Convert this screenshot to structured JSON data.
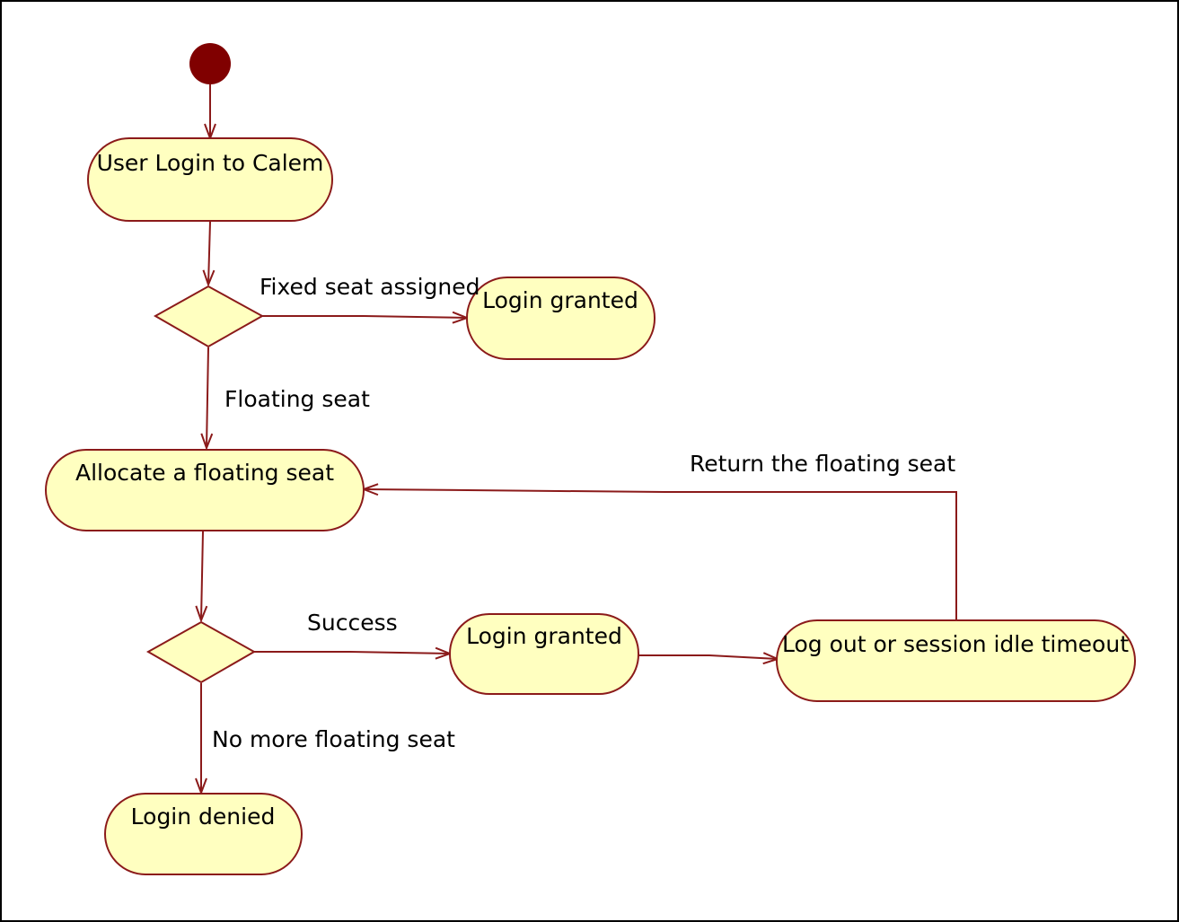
{
  "colors": {
    "node_fill": "#ffffc0",
    "node_stroke": "#8b1a1a",
    "start_fill": "#800000",
    "edge": "#8b1a1a",
    "text": "#000000"
  },
  "nodes": {
    "user_login": "User Login to Calem",
    "login_granted_fixed": "Login granted",
    "allocate_seat": "Allocate a floating seat",
    "login_granted_floating": "Login granted",
    "logout_timeout": "Log out or session idle timeout",
    "login_denied": "Login denied"
  },
  "edges": {
    "fixed_seat": "Fixed seat assigned",
    "floating_seat": "Floating seat",
    "return_seat": "Return the floating seat",
    "success": "Success",
    "no_more": "No more floating seat"
  }
}
